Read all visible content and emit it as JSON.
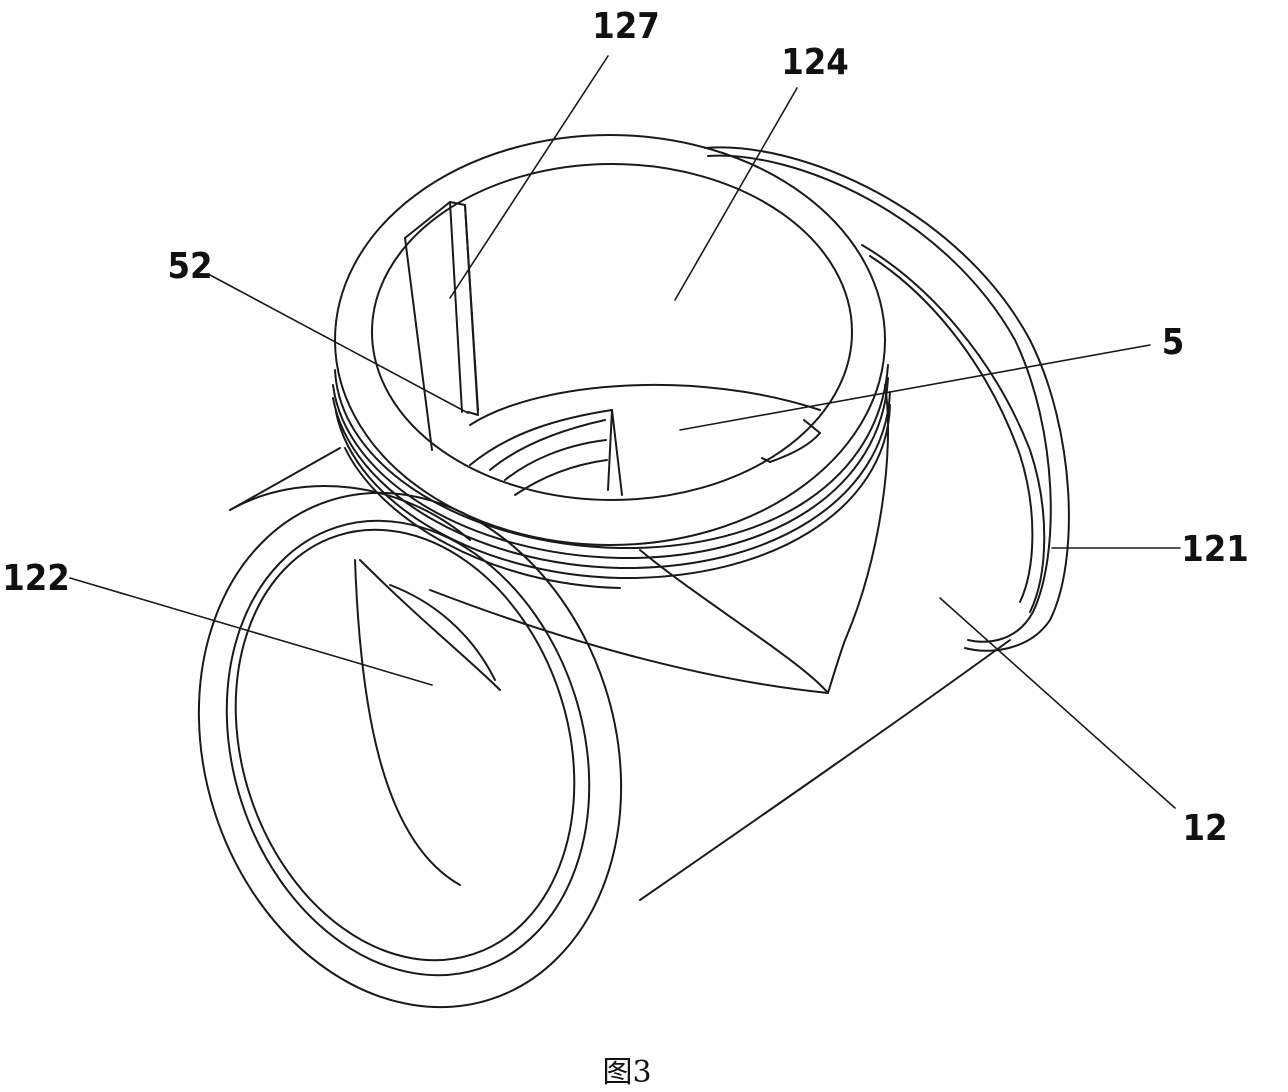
{
  "figure": {
    "caption": "图3",
    "labels": {
      "l127": "127",
      "l124": "124",
      "l52": "52",
      "l5": "5",
      "l121": "121",
      "l122": "122",
      "l12": "12"
    }
  }
}
